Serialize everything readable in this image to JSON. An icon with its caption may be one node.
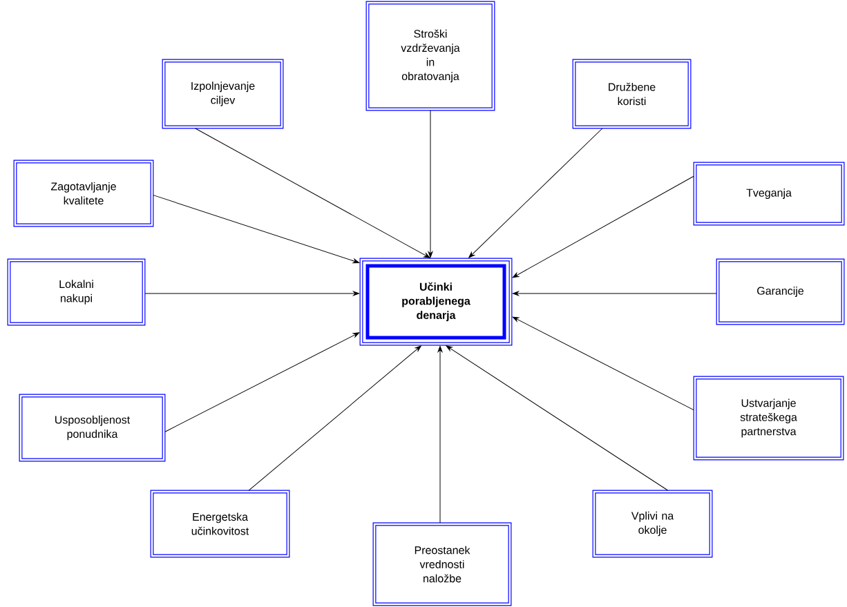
{
  "diagram": {
    "nodes": [
      {
        "text": [
          "Učinki porabljenega denarja"
        ]
      },
      {
        "text": [
          "Izpolnjevanje ciljev"
        ]
      },
      {
        "text": [
          "Stroški vzdrževanja in obratovanja"
        ]
      },
      {
        "text": [
          "Družbene koristi"
        ]
      },
      {
        "text": [
          "Zagotavljanje kvalitete"
        ]
      },
      {
        "text": [
          "Tveganja"
        ]
      },
      {
        "text": [
          "Lokalni nakupi"
        ]
      },
      {
        "text": [
          "Garancije"
        ]
      },
      {
        "text": [
          "Usposobljenost ponudnika"
        ]
      },
      {
        "text": [
          "Ustvarjanje strateškega partnerstva"
        ]
      },
      {
        "text": [
          "Energetska učinkovitost"
        ]
      },
      {
        "text": [
          "Vplivi na okolje"
        ]
      },
      {
        "text": [
          "Preostanek vrednosti naložbe"
        ]
      }
    ],
    "edges": [
      {
        "from": 1,
        "to": 0,
        "arrow": "to"
      },
      {
        "from": 2,
        "to": 0,
        "arrow": "to"
      },
      {
        "from": 3,
        "to": 0,
        "arrow": "to"
      },
      {
        "from": 4,
        "to": 0,
        "arrow": "to"
      },
      {
        "from": 5,
        "to": 0,
        "arrow": "to"
      },
      {
        "from": 6,
        "to": 0,
        "arrow": "to"
      },
      {
        "from": 7,
        "to": 0,
        "arrow": "to"
      },
      {
        "from": 8,
        "to": 0,
        "arrow": "to"
      },
      {
        "from": 9,
        "to": 0,
        "arrow": "to"
      },
      {
        "from": 10,
        "to": 0,
        "arrow": "to"
      },
      {
        "from": 11,
        "to": 0,
        "arrow": "to"
      },
      {
        "from": 12,
        "to": 0,
        "arrow": "to"
      }
    ]
  }
}
